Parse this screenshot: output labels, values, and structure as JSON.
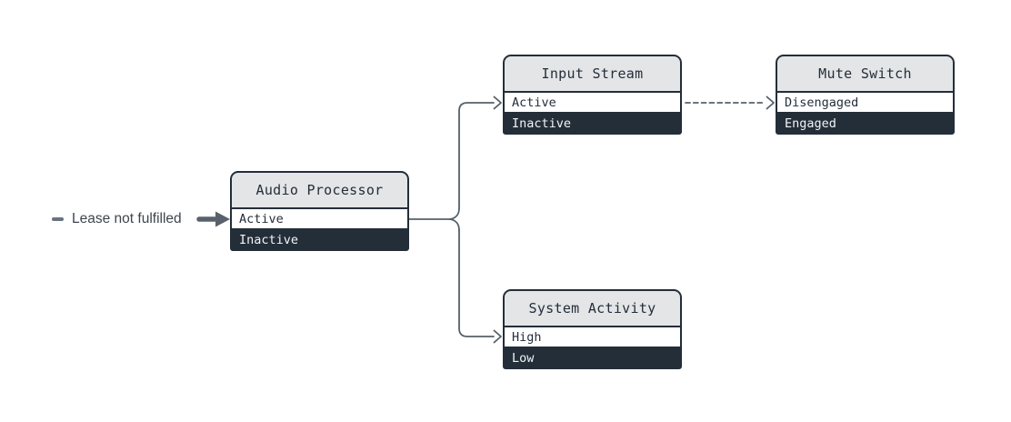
{
  "diagram": {
    "annotation": {
      "label": "Lease not fulfilled"
    },
    "nodes": [
      {
        "id": "audio-processor",
        "title": "Audio Processor",
        "states": [
          {
            "label": "Active",
            "variant": "light"
          },
          {
            "label": "Inactive",
            "variant": "dark"
          }
        ]
      },
      {
        "id": "input-stream",
        "title": "Input Stream",
        "states": [
          {
            "label": "Active",
            "variant": "light"
          },
          {
            "label": "Inactive",
            "variant": "dark"
          }
        ]
      },
      {
        "id": "mute-switch",
        "title": "Mute Switch",
        "states": [
          {
            "label": "Disengaged",
            "variant": "light"
          },
          {
            "label": "Engaged",
            "variant": "dark"
          }
        ]
      },
      {
        "id": "system-activity",
        "title": "System Activity",
        "states": [
          {
            "label": "High",
            "variant": "light"
          },
          {
            "label": "Low",
            "variant": "dark"
          }
        ]
      }
    ],
    "edges": [
      {
        "from": "Audio Processor / Active",
        "to": "Input Stream / Active",
        "style": "solid-arrow"
      },
      {
        "from": "Audio Processor / Active",
        "to": "System Activity / High",
        "style": "solid-arrow"
      },
      {
        "from": "Input Stream / Active",
        "to": "Mute Switch / Disengaged",
        "style": "dashed-arrow"
      },
      {
        "from": "Lease not fulfilled",
        "to": "Audio Processor / Active",
        "style": "thick-entry-arrow"
      }
    ],
    "colors": {
      "node_border": "#242e39",
      "header_bg": "#e3e5e7",
      "row_light_bg": "#ffffff",
      "row_dark_bg": "#242e39",
      "row_dark_text": "#f2f4f6",
      "connector": "#566069",
      "entry_arrow": "#59616c",
      "annotation_text": "#3d454d"
    }
  }
}
